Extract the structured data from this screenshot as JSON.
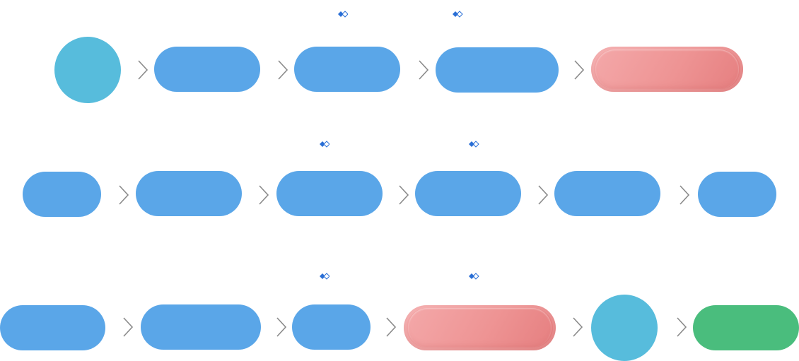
{
  "diagram": {
    "rows": [
      {
        "nodes": [
          {
            "shape": "circle",
            "color": "cyan",
            "label": ""
          },
          {
            "shape": "pill",
            "color": "blue",
            "label": ""
          },
          {
            "shape": "pill",
            "color": "blue",
            "label": ""
          },
          {
            "shape": "pill",
            "color": "blue",
            "label": ""
          },
          {
            "shape": "pill",
            "color": "pink",
            "label": ""
          }
        ]
      },
      {
        "nodes": [
          {
            "shape": "pill",
            "color": "blue",
            "label": ""
          },
          {
            "shape": "pill",
            "color": "blue",
            "label": ""
          },
          {
            "shape": "pill",
            "color": "blue",
            "label": ""
          },
          {
            "shape": "pill",
            "color": "blue",
            "label": ""
          },
          {
            "shape": "pill",
            "color": "blue",
            "label": ""
          },
          {
            "shape": "pill",
            "color": "blue",
            "label": ""
          }
        ]
      },
      {
        "nodes": [
          {
            "shape": "pill",
            "color": "blue",
            "label": ""
          },
          {
            "shape": "pill",
            "color": "blue",
            "label": ""
          },
          {
            "shape": "pill",
            "color": "blue",
            "label": ""
          },
          {
            "shape": "pill",
            "color": "pink",
            "label": ""
          },
          {
            "shape": "circle",
            "color": "cyan",
            "label": ""
          },
          {
            "shape": "pill",
            "color": "green",
            "label": ""
          }
        ]
      }
    ],
    "colors": {
      "blue": "#5aa6e8",
      "cyan": "#57bcdc",
      "green": "#4abd7d",
      "pink": "#ee9494",
      "arrow": "#8a8a8a",
      "connector": "#2a6fd6"
    }
  }
}
